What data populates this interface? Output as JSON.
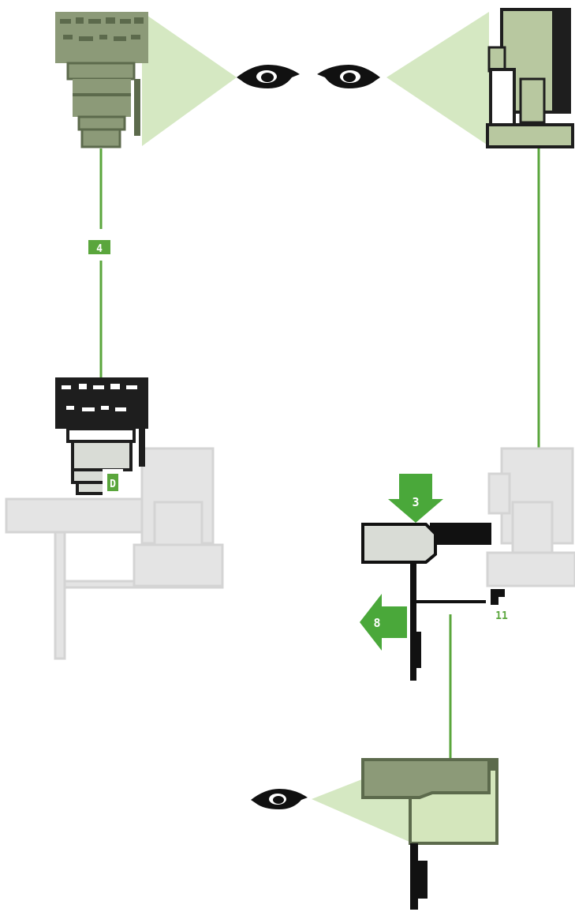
{
  "colors": {
    "background": "#ffffff",
    "line": "#5aa63c",
    "cone": "#d5e8c2",
    "tube_olive": "#8c9a78",
    "tube_light": "#b8c8a0",
    "tube_dark": "#1e1e1e",
    "cpu_light": "#d9dcd6",
    "ghost": "#e4e4e4",
    "ink": "#111111",
    "arrow": "#4aa83a",
    "arrow_text": "#ffffff",
    "marker": "#5aa63c"
  },
  "icons": {
    "eye": "eye-icon",
    "arrow_down": "arrow-down-icon",
    "arrow_left": "arrow-left-icon",
    "signal_marker": "signal-marker-icon"
  },
  "labels": {
    "marker_a": "4",
    "marker_b": "D",
    "arrow_down": "3",
    "arrow_left": "8",
    "marker_c": "11"
  }
}
